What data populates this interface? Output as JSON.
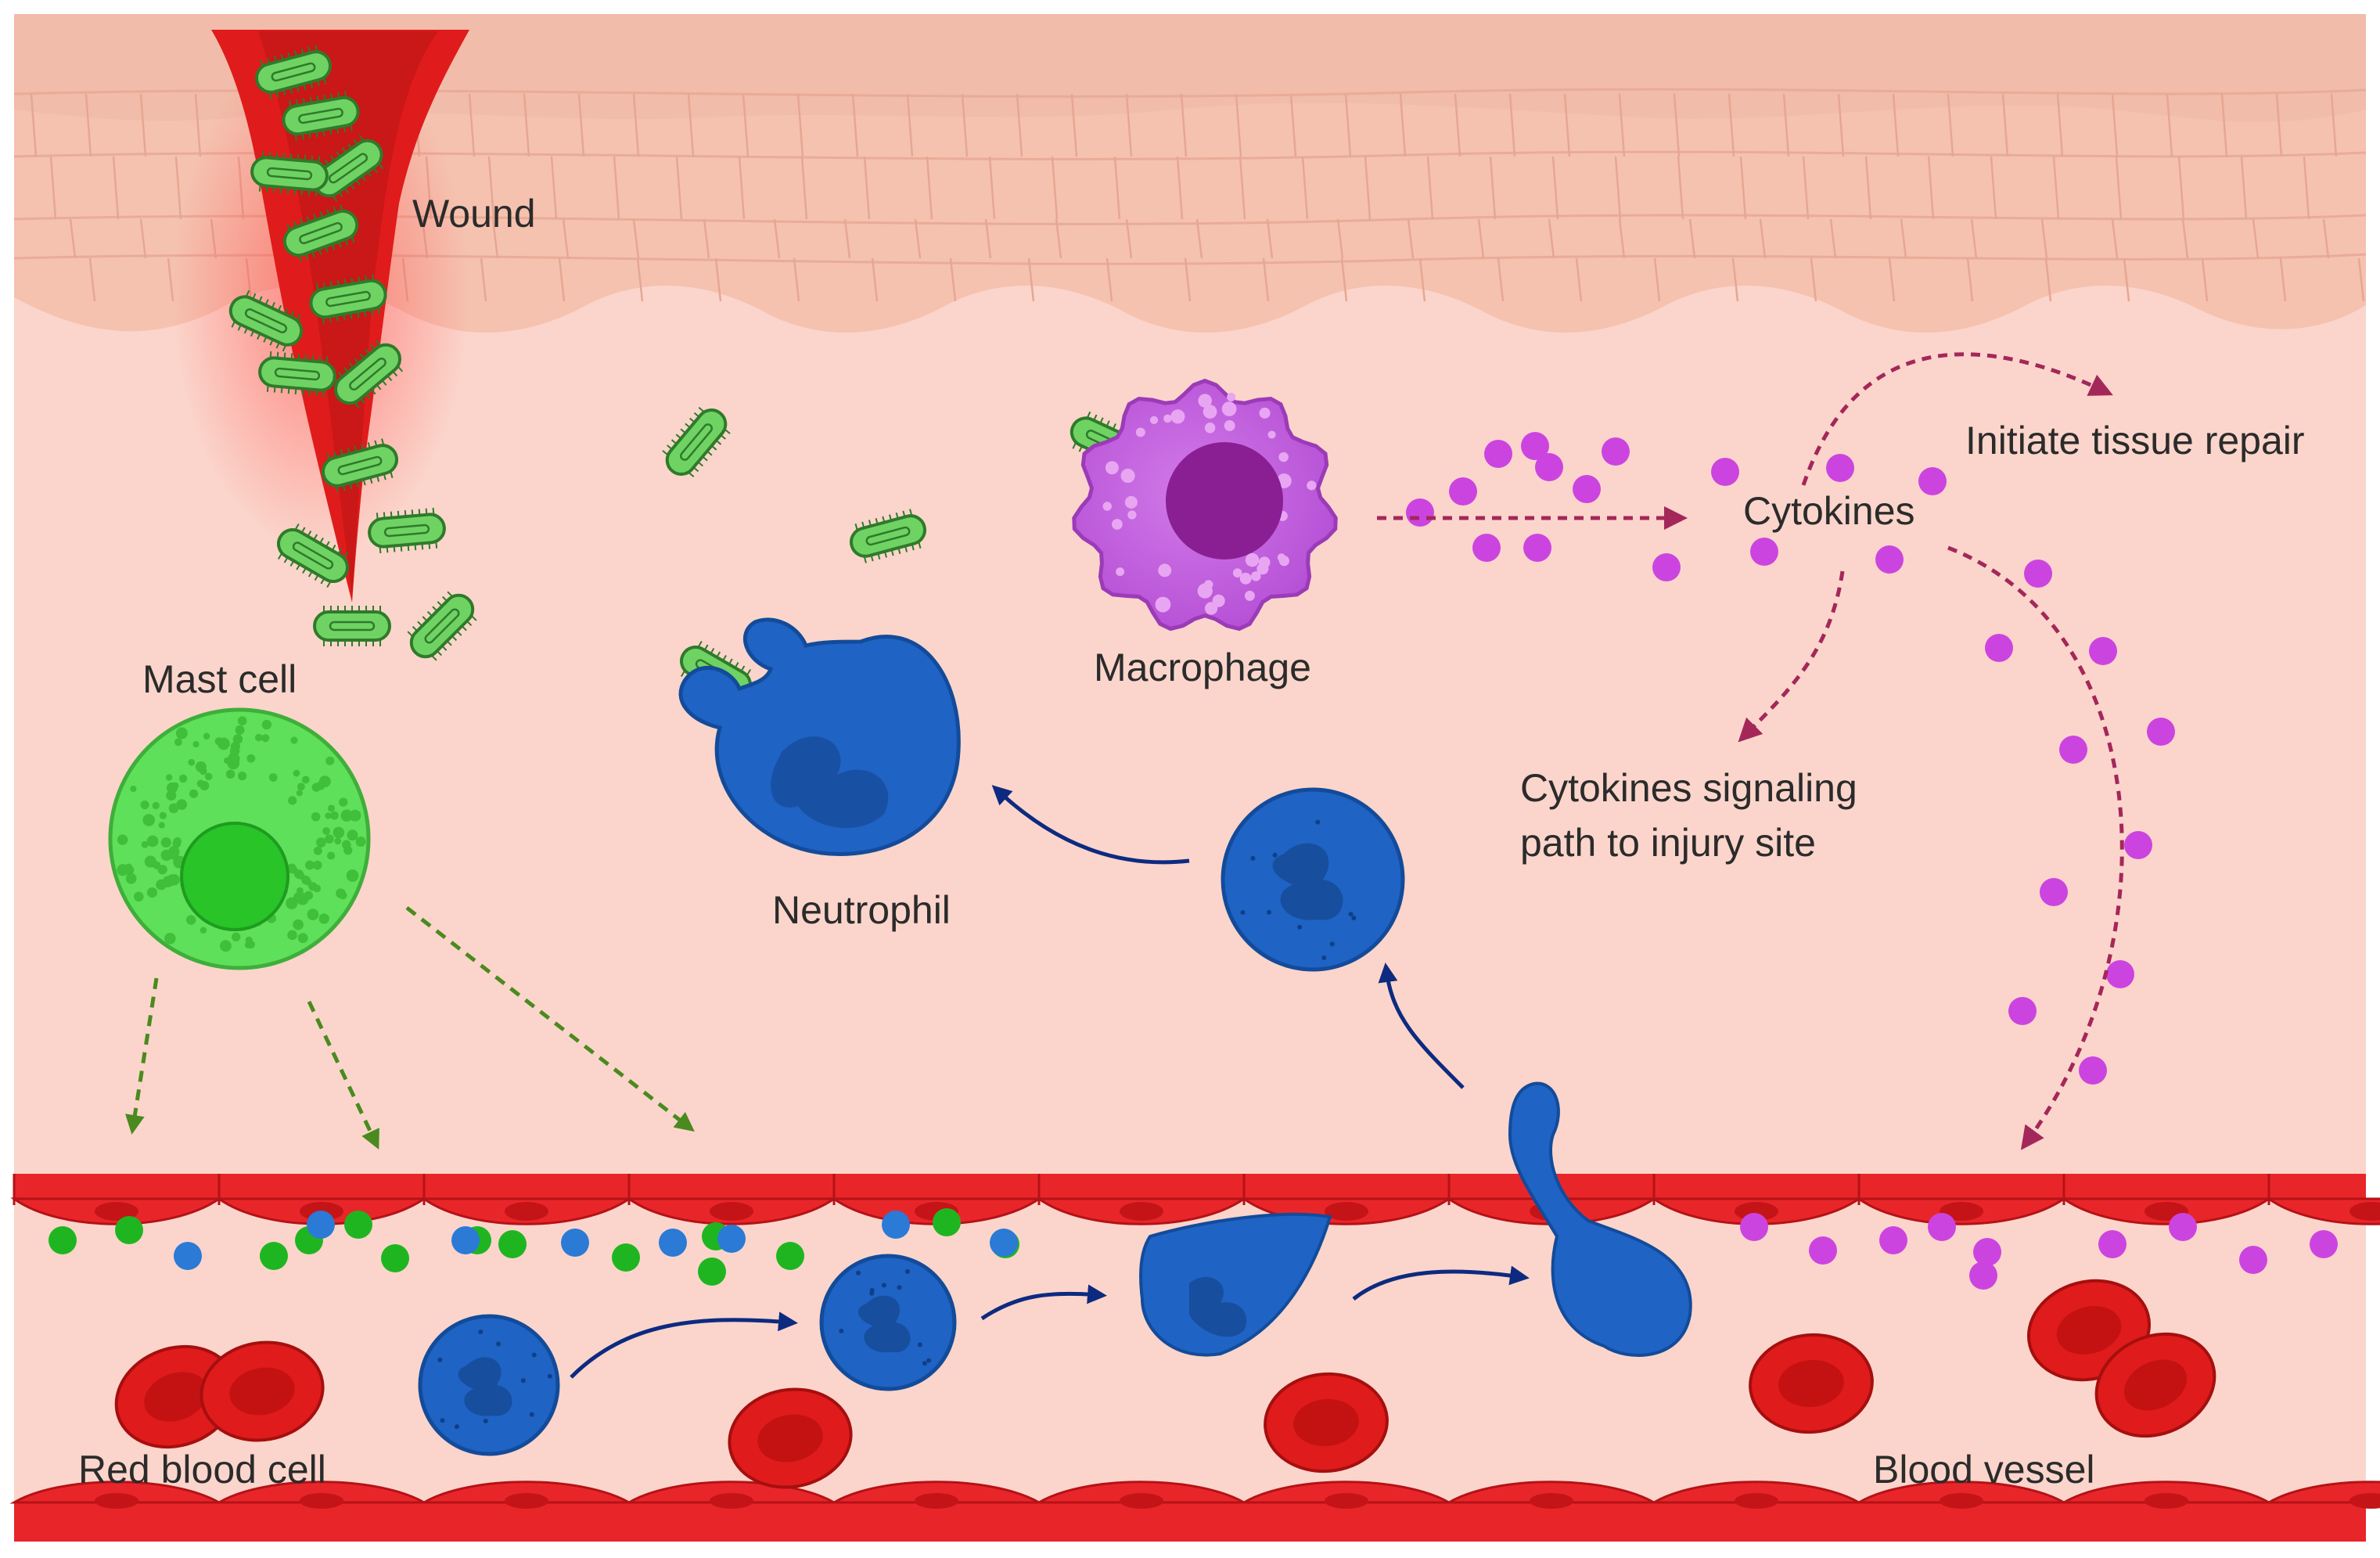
{
  "labels": {
    "wound": "Wound",
    "mast_cell": "Mast cell",
    "macrophage": "Macrophage",
    "neutrophil": "Neutrophil",
    "cytokines": "Cytokines",
    "initiate_repair": "Initiate tissue repair",
    "signaling_line1": "Cytokines signaling",
    "signaling_line2": "path to injury site",
    "red_blood_cell": "Red blood cell",
    "blood_vessel": "Blood vessel"
  },
  "colors": {
    "tissue": "#fbd5cb",
    "skin": "#f5c2b0",
    "wound": "#e01b1b",
    "bacteria": "#59c94f",
    "mast_cell": "#5ee05a",
    "macrophage": "#bf58dd",
    "neutrophil": "#1f63c4",
    "cytokine": "#cc44e0",
    "signal_arrow": "#a4275a",
    "migration_arrow": "#0d2a80",
    "mast_arrow": "#4a8a1e",
    "vessel_wall": "#e8262a",
    "rbc": "#e01b1b"
  }
}
